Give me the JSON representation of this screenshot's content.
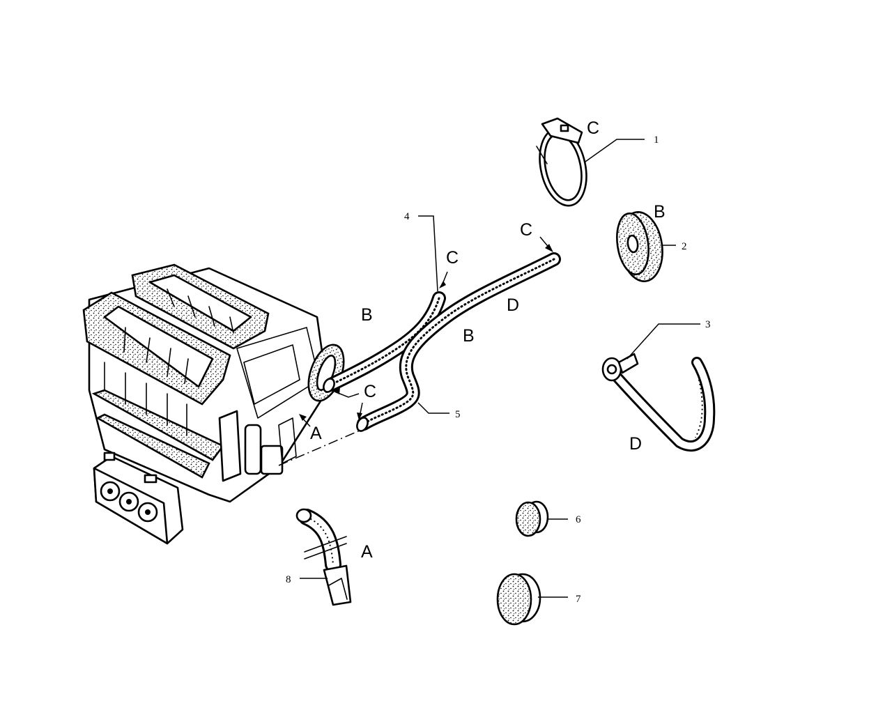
{
  "callouts": {
    "c1": "1",
    "c2": "2",
    "c3": "3",
    "c4": "4",
    "c5": "5",
    "c6": "6",
    "c7": "7",
    "c8": "8"
  },
  "letters": {
    "C_clamp": "C",
    "B_grommet": "B",
    "C_hose4_end": "C",
    "C_hose5_end": "C",
    "B_hose4": "B",
    "B_hose5": "B",
    "D_hose5": "D",
    "C_heater_port": "C",
    "A_heater": "A",
    "D_bracket": "D",
    "A_drain": "A"
  }
}
